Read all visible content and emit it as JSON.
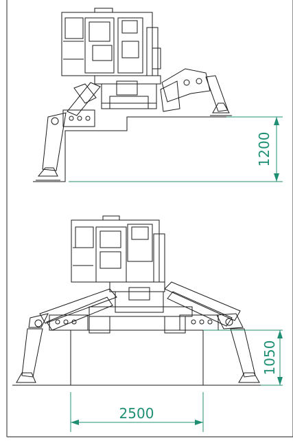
{
  "drawing": {
    "dimension_top_height": "1200",
    "dimension_bottom_height": "1050",
    "dimension_bottom_width": "2500"
  },
  "colors": {
    "line": "#1a1a1a",
    "dimension": "#1f8f73",
    "frame": "#4a4a4a"
  }
}
